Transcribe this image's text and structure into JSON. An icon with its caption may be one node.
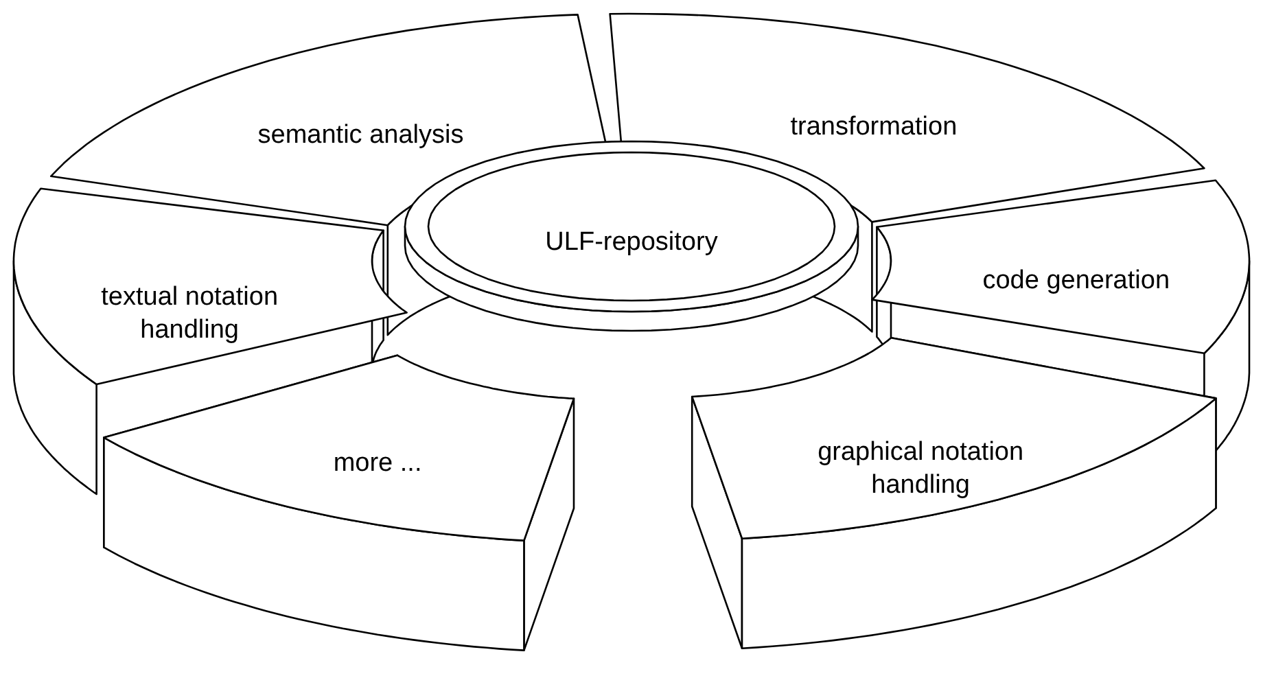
{
  "diagram": {
    "nodes": [
      {
        "text": [
          "semantic analysis"
        ]
      },
      {
        "text": [
          "transformation"
        ]
      },
      {
        "text": [
          "textual notation handling"
        ]
      },
      {
        "text": [
          "ULF-repository"
        ]
      },
      {
        "text": [
          "code generation"
        ]
      },
      {
        "text": [
          "graphical notation handling"
        ]
      },
      {
        "text": [
          "more ..."
        ]
      }
    ]
  }
}
